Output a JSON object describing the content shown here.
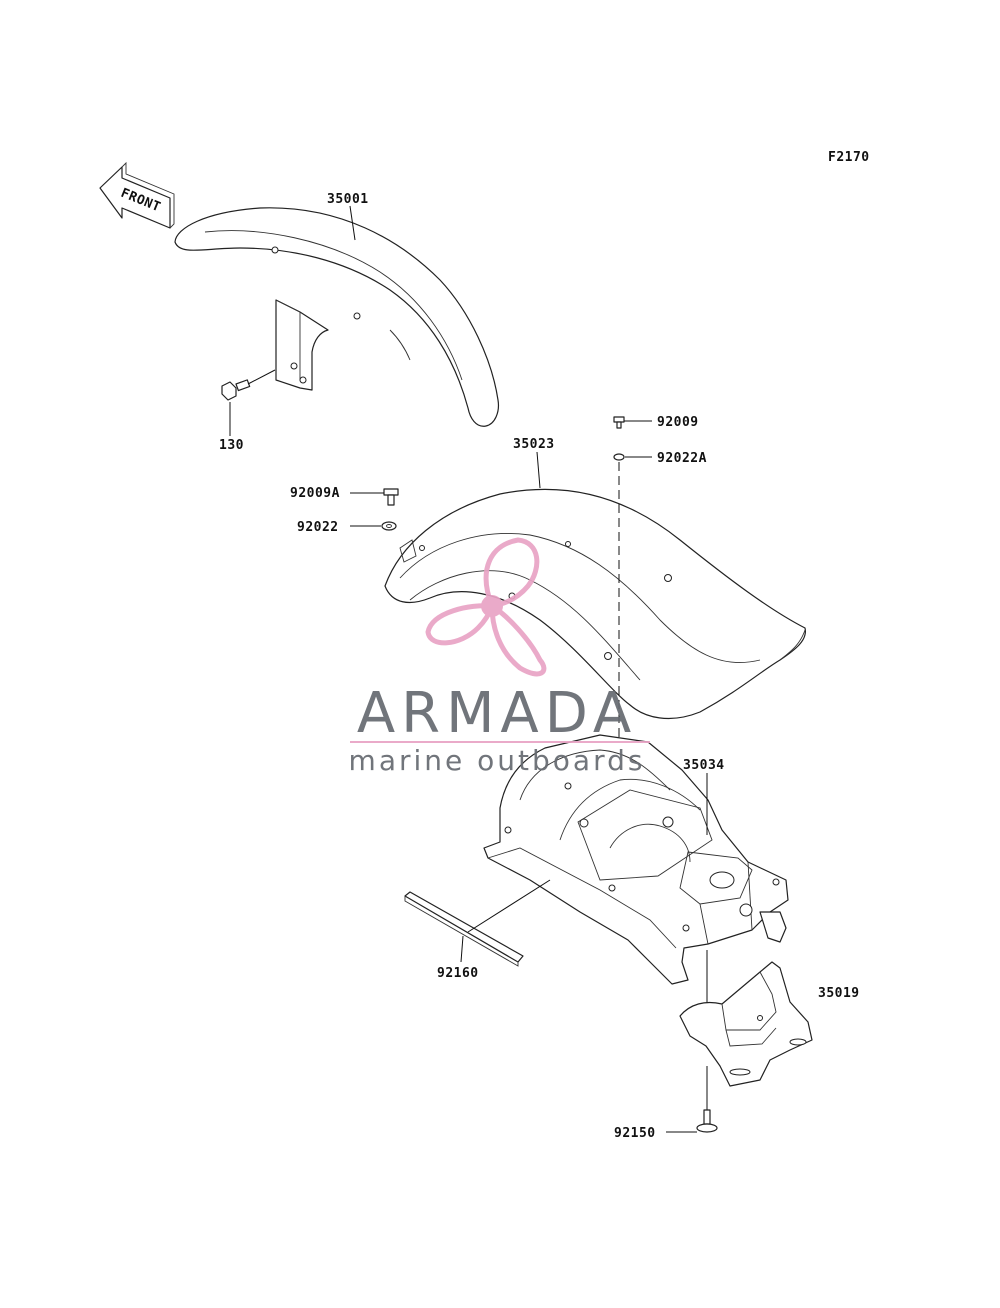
{
  "figure_code": "F2170",
  "orientation": {
    "label": "FRONT",
    "icon": "front-direction-arrow-icon"
  },
  "parts": {
    "front_fender": "35001",
    "front_bolt": "130",
    "rear_fender": "35023",
    "screw_upper": "92009",
    "washer_upper": "92022A",
    "screw_left": "92009A",
    "washer_left": "92022",
    "rear_fender_inner": "35034",
    "flap": "35019",
    "rubber_strip": "92160",
    "bottom_screw": "92150"
  },
  "watermark": {
    "brand": "ARMADA",
    "tagline": "marine outboards",
    "icon": "propeller-logo-icon",
    "colors": {
      "logo": "#e9a3c5",
      "text": "#666a70"
    }
  }
}
